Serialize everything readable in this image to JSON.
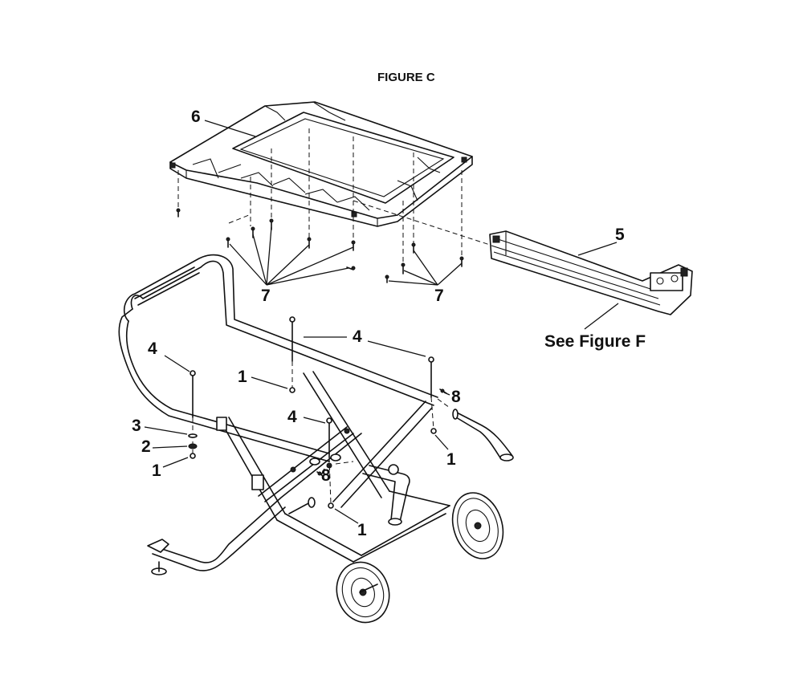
{
  "figure_title": "FIGURE C",
  "reference_note": "See Figure F",
  "callouts": {
    "c6": "6",
    "c5": "5",
    "c7_left": "7",
    "c7_right": "7",
    "c4_top": "4",
    "c4_left": "4",
    "c4_mid": "4",
    "c1_left_upper": "1",
    "c1_left_lower": "1",
    "c1_right": "1",
    "c1_bottom": "1",
    "c8_right": "8",
    "c8_mid": "8",
    "c3": "3",
    "c2": "2"
  }
}
